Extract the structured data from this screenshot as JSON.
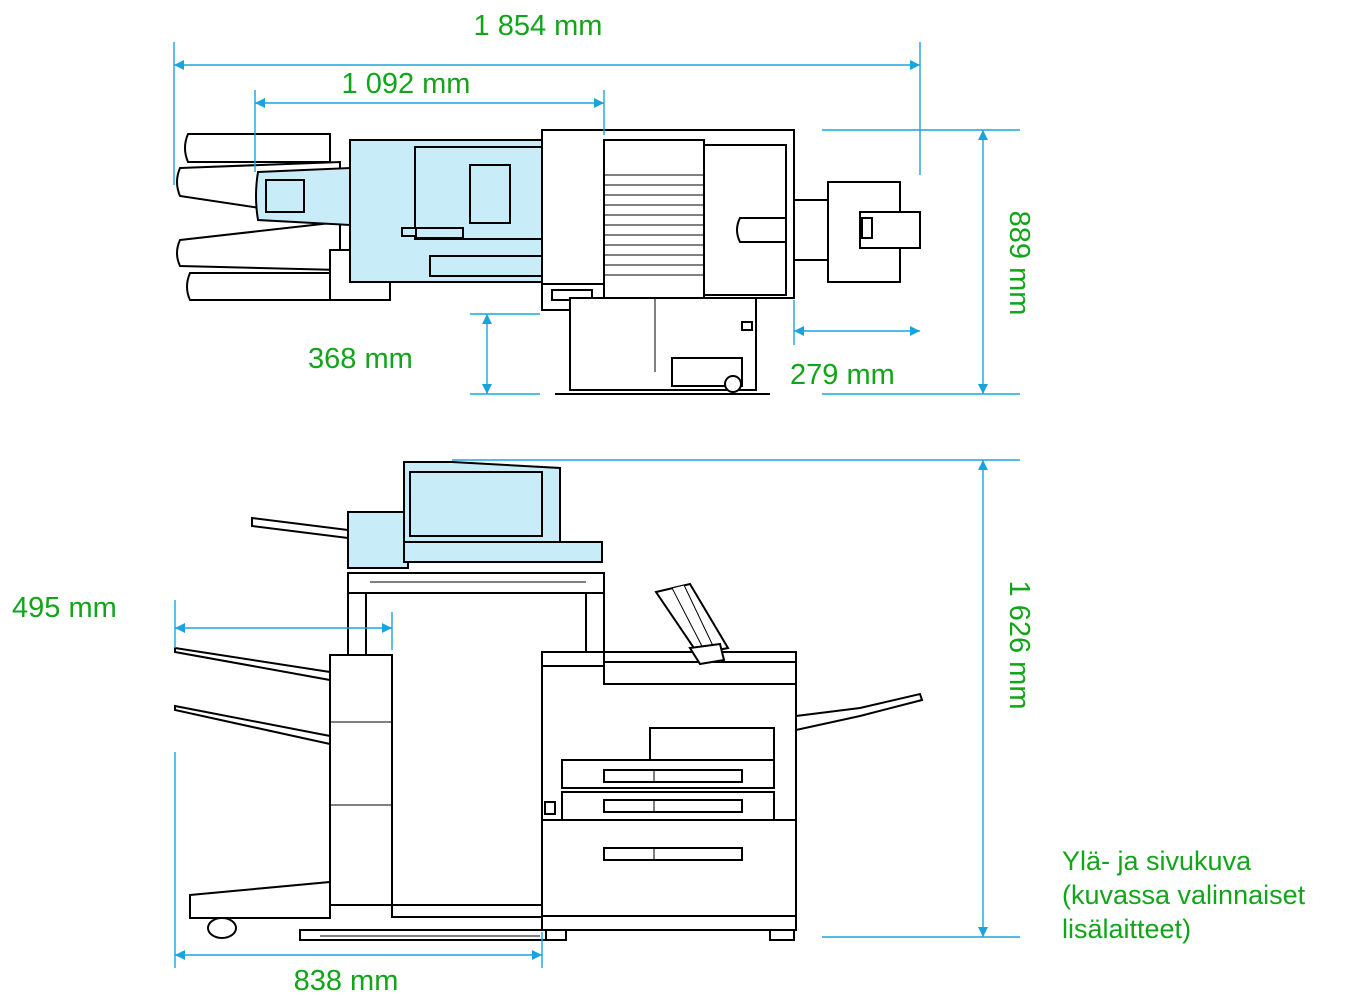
{
  "colors": {
    "dimension_line": "#1ba3e0",
    "label_text": "#12a51a",
    "part_fill": "#c8ecf8",
    "outline": "#000000"
  },
  "top_view": {
    "overall_width": "1 854 mm",
    "upper_unit_width": "1 092 mm",
    "depth": "889 mm",
    "control_panel_offset": "368 mm",
    "tray_extension": "279 mm"
  },
  "side_view": {
    "height": "1 626 mm",
    "stacker_reach": "495 mm",
    "base_width": "838 mm"
  },
  "caption": {
    "line1": "Ylä- ja sivukuva",
    "line2": "(kuvassa valinnaiset",
    "line3": "lisälaitteet)"
  }
}
